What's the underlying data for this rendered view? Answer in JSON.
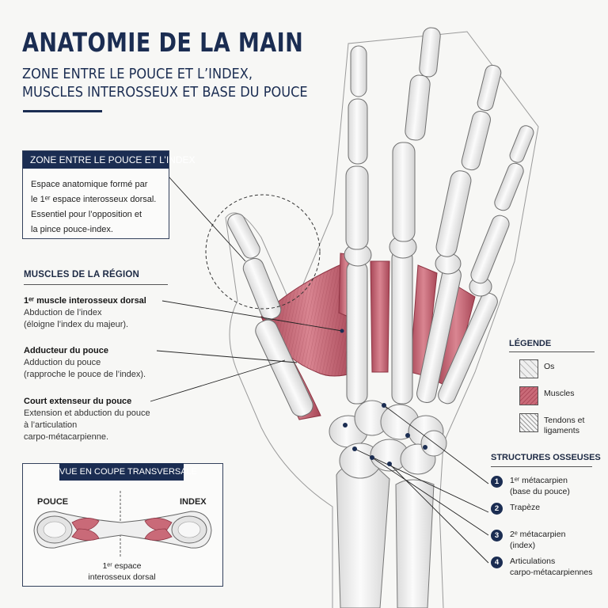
{
  "header": {
    "title": "ANATOMIE DE LA MAIN",
    "subtitle_line1": "ZONE ENTRE LE POUCE ET L’INDEX,",
    "subtitle_line2": "MUSCLES INTEROSSEUX ET BASE DU POUCE"
  },
  "zone_box": {
    "title": "ZONE ENTRE LE POUCE ET L’INDEX",
    "line1": "Espace anatomique formé par",
    "line2": "le 1ᵉʳ espace interosseux dorsal.",
    "line3": "Essentiel pour l’opposition et",
    "line4": "la pince pouce-index."
  },
  "muscles": {
    "heading": "MUSCLES DE LA RÉGION",
    "items": [
      {
        "name": "1ᵉʳ muscle interosseux dorsal",
        "line1": "Abduction de l’index",
        "line2": "(éloigne l’index du majeur)."
      },
      {
        "name": "Adducteur du pouce",
        "line1": "Adduction du pouce",
        "line2": "(rapproche le pouce de l’index)."
      },
      {
        "name": "Court extenseur du pouce",
        "line1": "Extension et abduction du pouce",
        "line2": "à l’articulation",
        "line3": "carpo-métacarpienne."
      }
    ]
  },
  "cross_section": {
    "title": "VUE EN COUPE TRANSVERSALE",
    "left_label": "POUCE",
    "right_label": "INDEX",
    "note_line1": "1ᵉʳ espace",
    "note_line2": "interosseux dorsal"
  },
  "legend": {
    "title": "LÉGENDE",
    "items": [
      {
        "label_line1": "Os",
        "label_line2": ""
      },
      {
        "label_line1": "Muscles",
        "label_line2": ""
      },
      {
        "label_line1": "Tendons et",
        "label_line2": "ligaments"
      }
    ]
  },
  "structures": {
    "title": "STRUCTURES OSSEUSES",
    "items": [
      {
        "number": "1",
        "line1": "1ᵉʳ métacarpien",
        "line2": "(base du pouce)"
      },
      {
        "number": "2",
        "line1": "Trapèze",
        "line2": ""
      },
      {
        "number": "3",
        "line1": "2ᵉ métacarpien",
        "line2": "(index)"
      },
      {
        "number": "4",
        "line1": "Articulations",
        "line2": "carpo-métacarpiennes"
      }
    ]
  },
  "colors": {
    "navy": "#1b2d52",
    "muscle": "#c96a78",
    "bone": "#efefef",
    "background": "#f7f7f5"
  }
}
